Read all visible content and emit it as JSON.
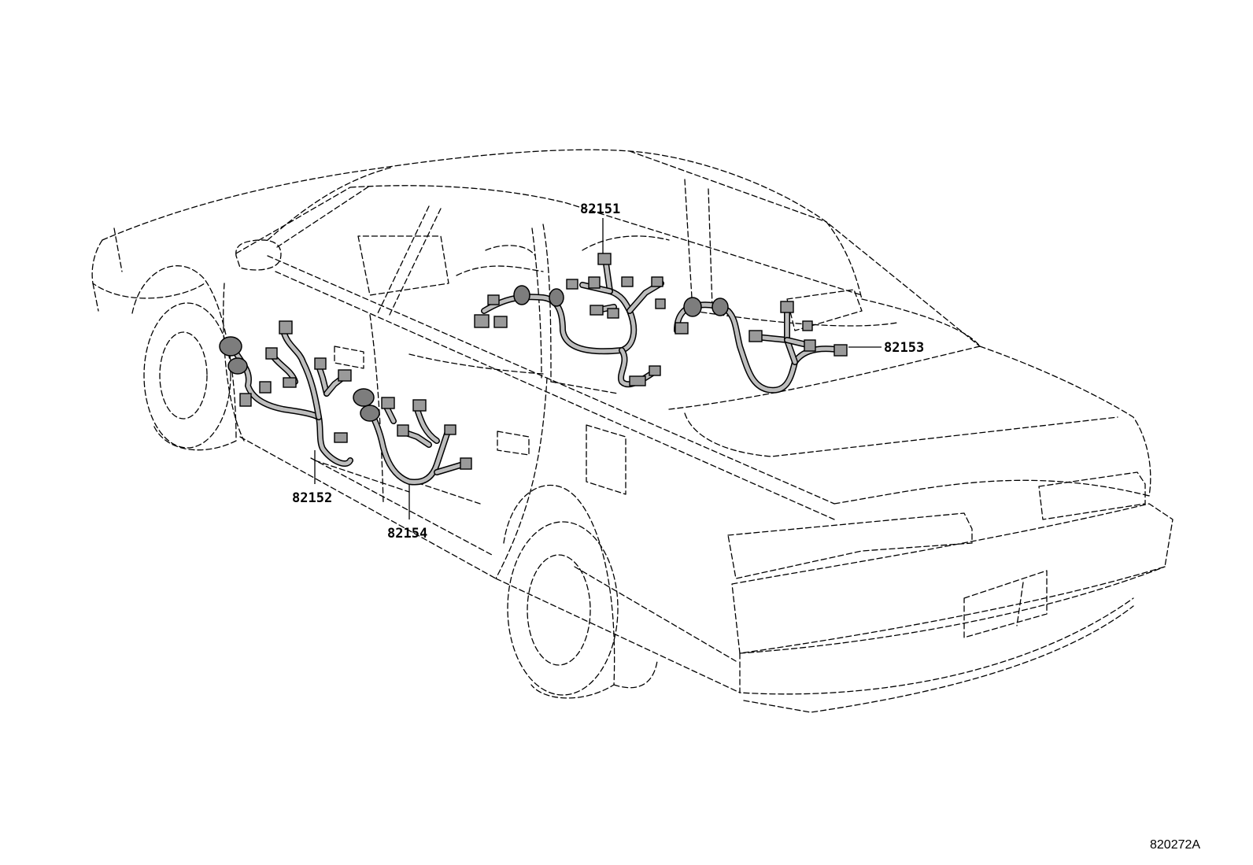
{
  "diagram": {
    "reference_code": "820272A",
    "callouts": [
      {
        "id": "c1",
        "part_number": "82151"
      },
      {
        "id": "c2",
        "part_number": "82152"
      },
      {
        "id": "c3",
        "part_number": "82153"
      },
      {
        "id": "c4",
        "part_number": "82154"
      }
    ]
  }
}
